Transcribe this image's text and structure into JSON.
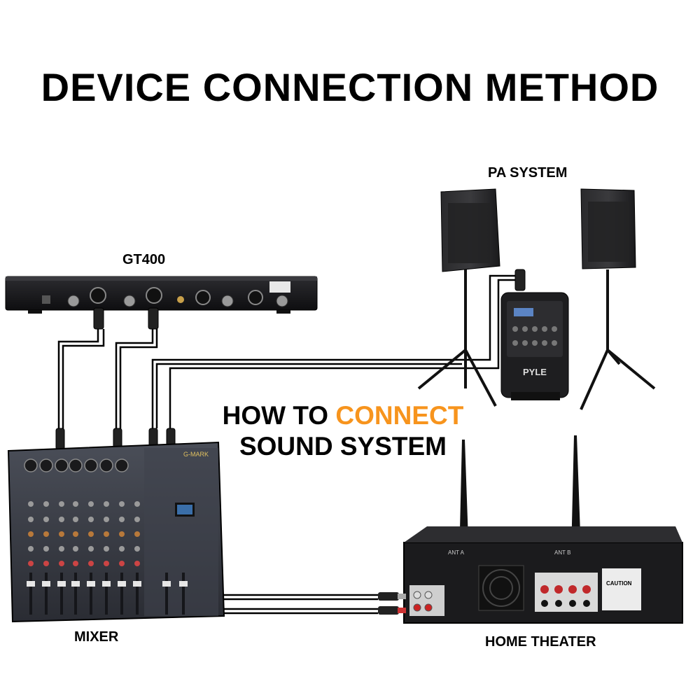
{
  "title": "DEVICE CONNECTION METHOD",
  "labels": {
    "receiver": "GT400",
    "pa_system": "PA SYSTEM",
    "mixer": "MIXER",
    "home_theater": "HOME THEATER"
  },
  "center_text": {
    "line1_prefix": "HOW TO",
    "line1_highlight": "CONNECT",
    "line2": "SOUND SYSTEM"
  },
  "device_text": {
    "mixer_brand": "G-MARK",
    "speaker_brand": "PYLE",
    "ant_a": "ANT A",
    "ant_b": "ANT B",
    "caution": "CAUTION"
  },
  "colors": {
    "highlight": "#f7941d",
    "text": "#000000",
    "device_dark": "#1b1b1d",
    "mixer_body": "#3a3d46",
    "cable": "#000000"
  }
}
